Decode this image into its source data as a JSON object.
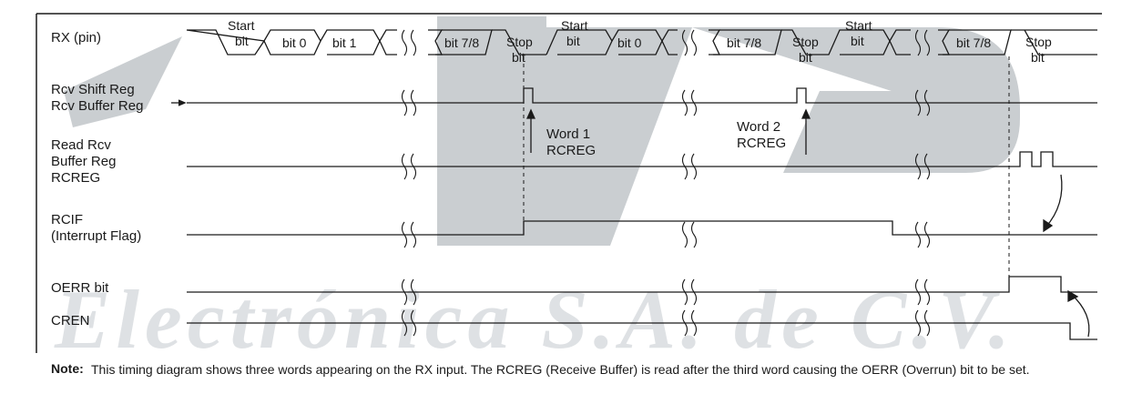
{
  "signals": [
    {
      "id": "rx",
      "label": "RX (pin)"
    },
    {
      "id": "shift",
      "label": "Rcv Shift Reg"
    },
    {
      "id": "buffer",
      "label": "Rcv Buffer Reg"
    },
    {
      "id": "read1",
      "label": "Read Rcv"
    },
    {
      "id": "read2",
      "label": "Buffer Reg"
    },
    {
      "id": "read3",
      "label": "RCREG"
    },
    {
      "id": "rcif1",
      "label": "RCIF"
    },
    {
      "id": "rcif2",
      "label": "(Interrupt Flag)"
    },
    {
      "id": "oerr",
      "label": "OERR bit"
    },
    {
      "id": "cren",
      "label": "CREN"
    }
  ],
  "rx_fields": {
    "start_a": "Start",
    "start_b": "bit",
    "bit0": "bit 0",
    "bit1": "bit 1",
    "bit78": "bit 7/8",
    "stop_a": "Stop",
    "stop_b": "bit"
  },
  "annotations": {
    "word1_a": "Word 1",
    "word1_b": "RCREG",
    "word2_a": "Word 2",
    "word2_b": "RCREG"
  },
  "watermark": "Electrónica S.A. de C.V.",
  "note": {
    "label": "Note:",
    "text": "This timing diagram shows three words appearing on the RX input. The RCREG (Receive Buffer) is read after the third word causing the OERR (Overrun) bit to be set."
  }
}
